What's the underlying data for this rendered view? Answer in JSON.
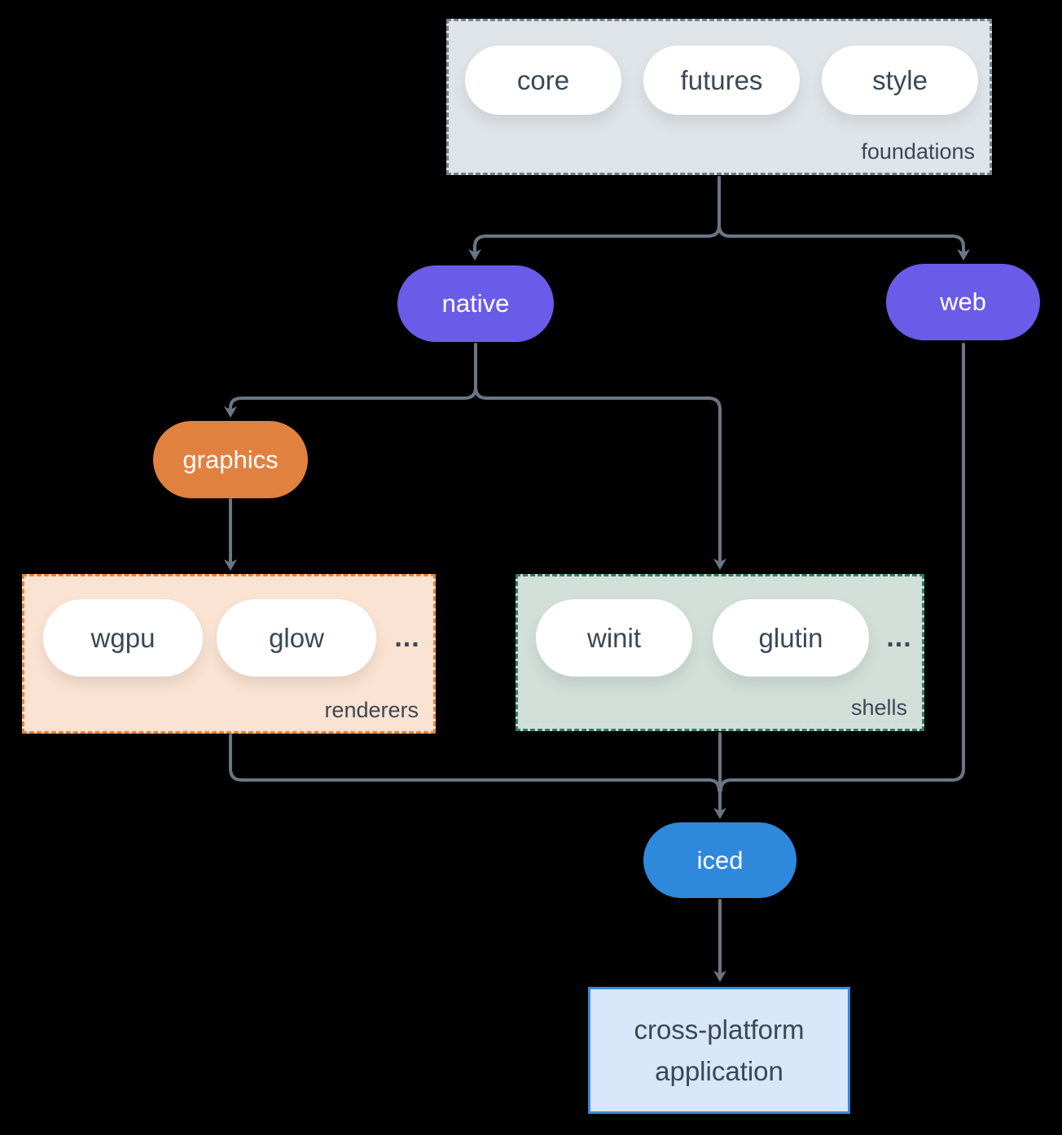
{
  "colors": {
    "background": "#000000",
    "connector": "#6B7685",
    "text_dark": "#3A4856",
    "text_light": "#FFFFFF",
    "purple": "#6A5BE9",
    "orange": "#E18140",
    "blue": "#2E88DB",
    "foundations_fill": "#DFE4E8",
    "foundations_border": "#76828F",
    "renderers_fill": "#FAE3D2",
    "renderers_border": "#E8833A",
    "shells_fill": "#D2DFD9",
    "shells_border": "#2B7D6D",
    "app_fill": "#D7E6F8",
    "app_border": "#3D87DB"
  },
  "foundations": {
    "label": "foundations",
    "pills": [
      "core",
      "futures",
      "style"
    ]
  },
  "nodes": {
    "native": "native",
    "web": "web",
    "graphics": "graphics",
    "iced": "iced"
  },
  "renderers": {
    "label": "renderers",
    "pills": [
      "wgpu",
      "glow"
    ],
    "ellipsis": "..."
  },
  "shells": {
    "label": "shells",
    "pills": [
      "winit",
      "glutin"
    ],
    "ellipsis": "..."
  },
  "app": {
    "lines": [
      "cross-platform",
      "application"
    ]
  }
}
